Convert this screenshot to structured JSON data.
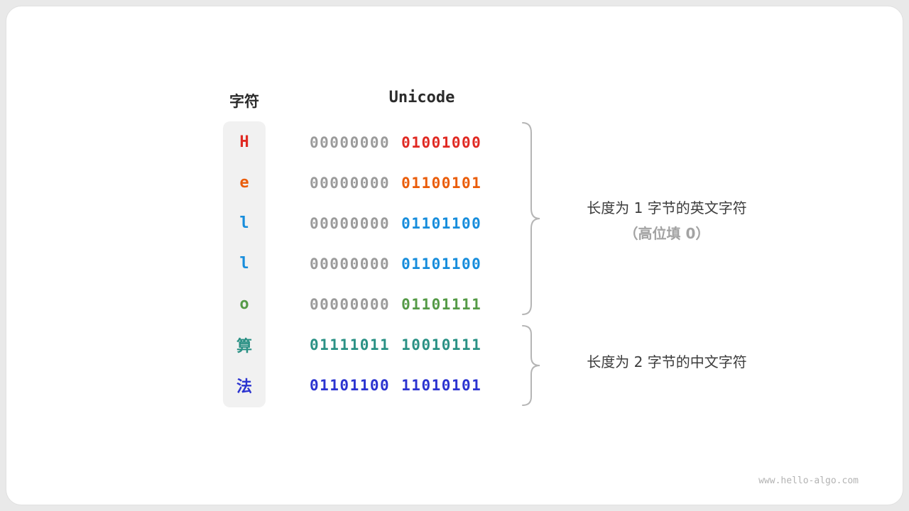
{
  "table": {
    "headers": {
      "char": "字符",
      "unicode": "Unicode"
    },
    "rows": [
      {
        "char": "H",
        "char_color": "#e02a23",
        "byte1": "00000000",
        "byte1_color": "#9b9b9b",
        "byte2": "01001000",
        "byte2_color": "#e02a23"
      },
      {
        "char": "e",
        "char_color": "#ea5d0b",
        "byte1": "00000000",
        "byte1_color": "#9b9b9b",
        "byte2": "01100101",
        "byte2_color": "#ea5d0b"
      },
      {
        "char": "l",
        "char_color": "#178ddc",
        "byte1": "00000000",
        "byte1_color": "#9b9b9b",
        "byte2": "01101100",
        "byte2_color": "#178ddc"
      },
      {
        "char": "l",
        "char_color": "#178ddc",
        "byte1": "00000000",
        "byte1_color": "#9b9b9b",
        "byte2": "01101100",
        "byte2_color": "#178ddc"
      },
      {
        "char": "o",
        "char_color": "#559a47",
        "byte1": "00000000",
        "byte1_color": "#9b9b9b",
        "byte2": "01101111",
        "byte2_color": "#559a47"
      },
      {
        "char": "算",
        "char_color": "#2b9185",
        "byte1": "01111011",
        "byte1_color": "#2b9185",
        "byte2": "10010111",
        "byte2_color": "#2b9185"
      },
      {
        "char": "法",
        "char_color": "#2c34d0",
        "byte1": "01101100",
        "byte1_color": "#2c34d0",
        "byte2": "11010101",
        "byte2_color": "#2c34d0"
      }
    ]
  },
  "annotations": {
    "group1_line1": "长度为 1 字节的英文字符",
    "group1_line2": "（高位填 0）",
    "group2_line1": "长度为 2 字节的中文字符"
  },
  "watermark": "www.hello-algo.com"
}
